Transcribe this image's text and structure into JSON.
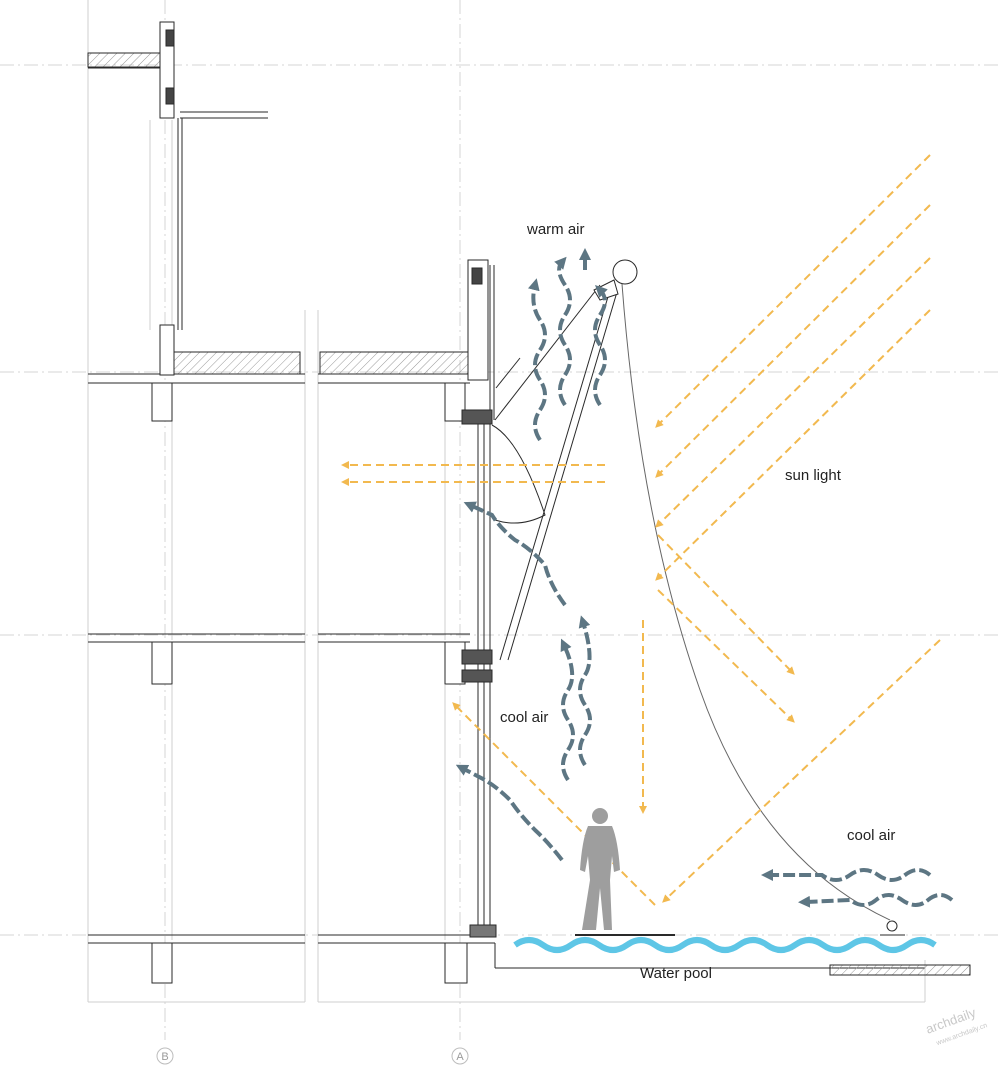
{
  "labels": {
    "warm_air": "warm air",
    "sun_light": "sun light",
    "cool_air_inner": "cool air",
    "cool_air_outer": "cool air",
    "water_pool": "Water pool"
  },
  "grid_axes": [
    "B",
    "A"
  ],
  "watermark": {
    "brand": "archdaily",
    "url": "www.archdaily.cn"
  },
  "colors": {
    "sunlight": "#f2b94f",
    "air": "#5d7683",
    "water": "#5ec6e6",
    "line": "#2a2a2a",
    "grid": "#d4d4d4",
    "person": "#9e9e9e"
  }
}
